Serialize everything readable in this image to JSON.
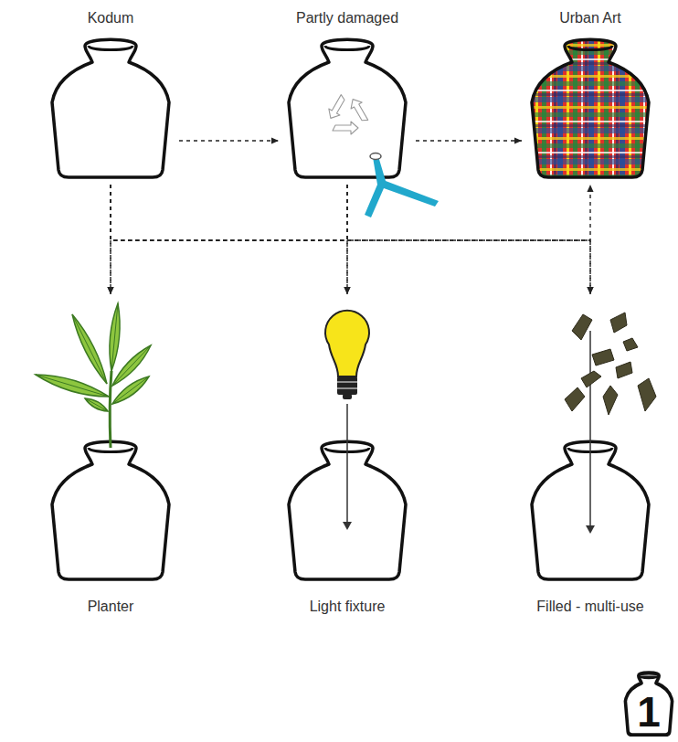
{
  "diagram": {
    "nodes": [
      {
        "text": [
          "Kodum"
        ]
      },
      {
        "text": [
          "Partly damaged"
        ]
      },
      {
        "text": [
          "Urban Art"
        ]
      },
      {
        "text": [
          "Planter"
        ]
      },
      {
        "text": [
          "Light fixture"
        ]
      },
      {
        "text": [
          "Filled - multi-use"
        ]
      },
      {
        "text": [
          "1"
        ]
      }
    ],
    "edges": [
      {
        "from": 0,
        "to": 1,
        "arrow": "to"
      },
      {
        "from": 1,
        "to": 2,
        "arrow": "to"
      },
      {
        "from": 0,
        "to": 3,
        "arrow": "to"
      },
      {
        "from": 0,
        "to": 4,
        "arrow": "to"
      },
      {
        "from": 0,
        "to": 5,
        "arrow": "to"
      },
      {
        "from": 0,
        "to": 2,
        "arrow": "to"
      },
      {
        "from": 1,
        "to": 3,
        "arrow": "to"
      },
      {
        "from": 1,
        "to": 4,
        "arrow": "to"
      },
      {
        "from": 1,
        "to": 5,
        "arrow": "to"
      }
    ]
  }
}
